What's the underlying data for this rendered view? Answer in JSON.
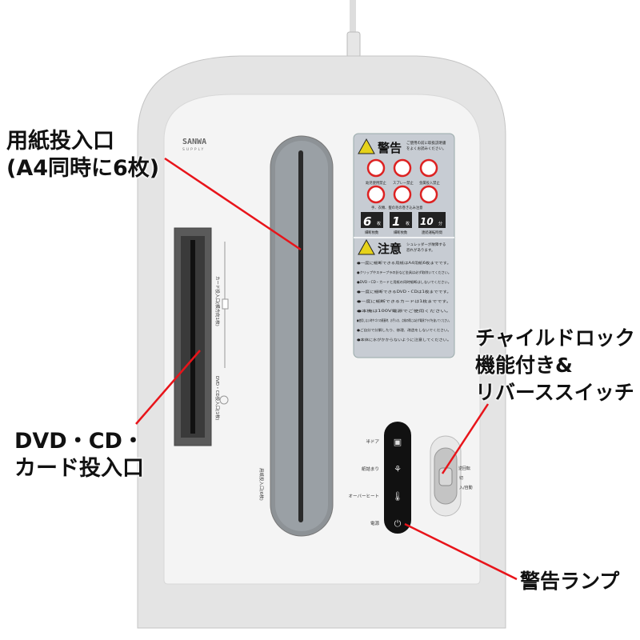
{
  "brand": {
    "name": "SANWA",
    "sub": "SUPPLY"
  },
  "callouts": {
    "paper_slot": [
      "用紙投入口",
      "(A4同時に6枚)"
    ],
    "disc_card_slot": [
      "DVD・CD・",
      "カード投入口"
    ],
    "child_lock": [
      "チャイルドロック",
      "機能付き&",
      "リバーススイッチ"
    ],
    "warning_lamp": [
      "警告ランプ"
    ]
  },
  "label_sticker": {
    "warning_title": "警告",
    "warning_note": [
      "ご使用の前に取扱説明書",
      "をよくお読みください。"
    ],
    "prohibitions": [
      "幼児使用禁止",
      "スプレー禁止",
      "金属投入禁止"
    ],
    "entanglement": "手、衣類、髪の毛の巻き込み注意",
    "specs": [
      {
        "value": "6",
        "unit": "枚",
        "label": "細断枚数"
      },
      {
        "value": "1",
        "unit": "枚",
        "label": "細断枚数"
      },
      {
        "value": "10",
        "unit": "分",
        "label": "連続運転時間"
      }
    ],
    "caution_title": "注意",
    "caution_note": [
      "シュレッダーが故障する",
      "恐れがあります。"
    ],
    "caution_items": [
      "●一度に細断できる用紙はA4用紙6枚までです。",
      "●クリップやステープラの針など金具は必ず取除いてください。",
      "●DVD・CD・カードと用紙の同時細断はしないでください。",
      "●一度に細断できるDVD・CDは1枚までです。",
      "●一度に細断できるカードは1枚までです。",
      "●本機は100V電源でご使用ください。",
      "●使用しない時やゴミの廃棄時、お手入れ、点検の際には必ず電源プラグを抜いてください。",
      "●ご自分で分解したり、修理、改造をしないでください。",
      "●本体に水がかからないように注意してください。"
    ]
  },
  "slot_labels": {
    "card": "カード投入口(横方向1枚)",
    "disc": "DVD・CD投入口(1枚)",
    "paper": "用紙投入口(6枚)"
  },
  "indicators": [
    {
      "label": "半ドア",
      "icon": "door-icon"
    },
    {
      "label": "紙詰まり",
      "icon": "paper-jam-icon"
    },
    {
      "label": "オーバーヒート",
      "icon": "thermometer-icon"
    },
    {
      "label": "電源",
      "icon": "power-icon"
    }
  ],
  "switch_positions": [
    "逆回転",
    "切",
    "入/自動"
  ],
  "colors": {
    "callout_line": "#e8141a",
    "body": "#f2f2f2",
    "slot": "#8d9296",
    "panel": "#111111",
    "sticker": "#c7ccd3"
  }
}
